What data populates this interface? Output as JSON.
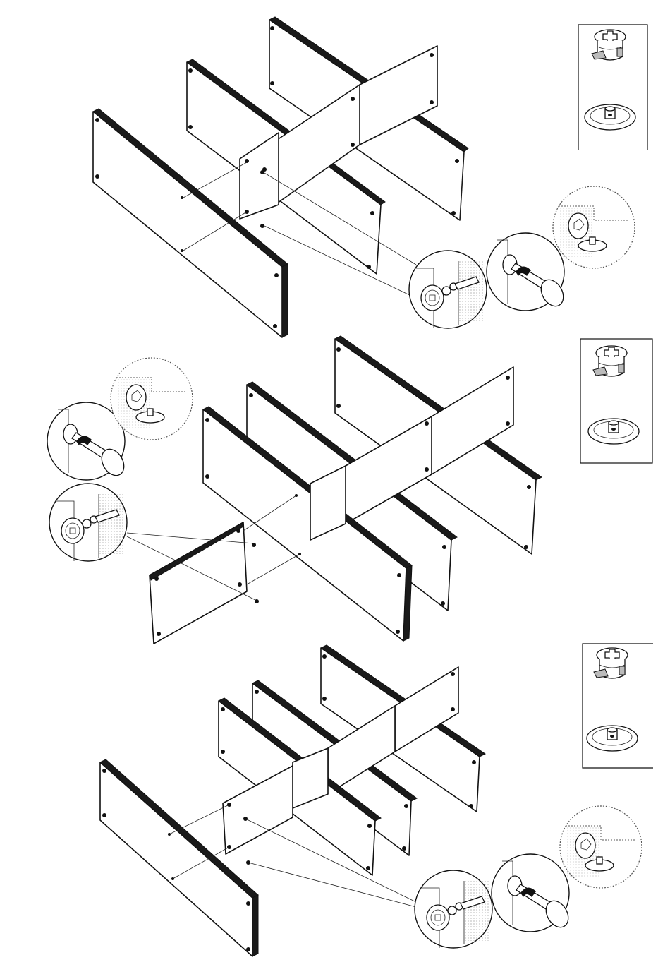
{
  "steps": [
    {
      "id": "step-1"
    },
    {
      "id": "step-2"
    },
    {
      "id": "step-3"
    }
  ],
  "legend": {
    "parts": [
      "cam-lock-fitting-icon",
      "cam-lock-base-disc-icon"
    ]
  },
  "colors": {
    "line": "#111111",
    "background": "#ffffff",
    "stipple": "#888888"
  }
}
